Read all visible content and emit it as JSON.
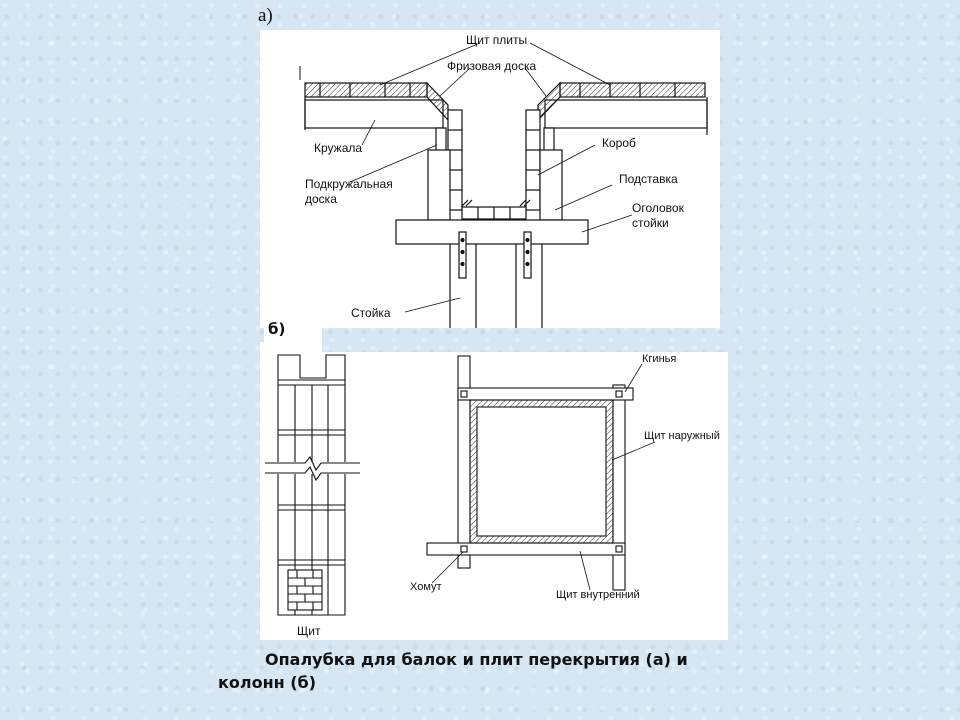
{
  "label_a": "а)",
  "label_b": "б)",
  "diagram_a": {
    "shield_slab": "Щит плиты",
    "frieze_board": "Фризовая доска",
    "kruzhala": "Кружала",
    "box": "Короб",
    "sub_board_line1": "Подкружальная",
    "sub_board_line2": "доска",
    "stand": "Подставка",
    "post_head_line1": "Оголовок",
    "post_head_line2": "стойки",
    "post": "Стойка"
  },
  "diagram_b": {
    "wedge": "Кгинья",
    "outer_shield": "Щит наружный",
    "clamp": "Хомут",
    "inner_shield": "Щит внутренний",
    "shield": "Щит"
  },
  "caption_line1": "Опалубка для балок и плит перекрытия (а) и",
  "caption_line2": "колонн (б)"
}
